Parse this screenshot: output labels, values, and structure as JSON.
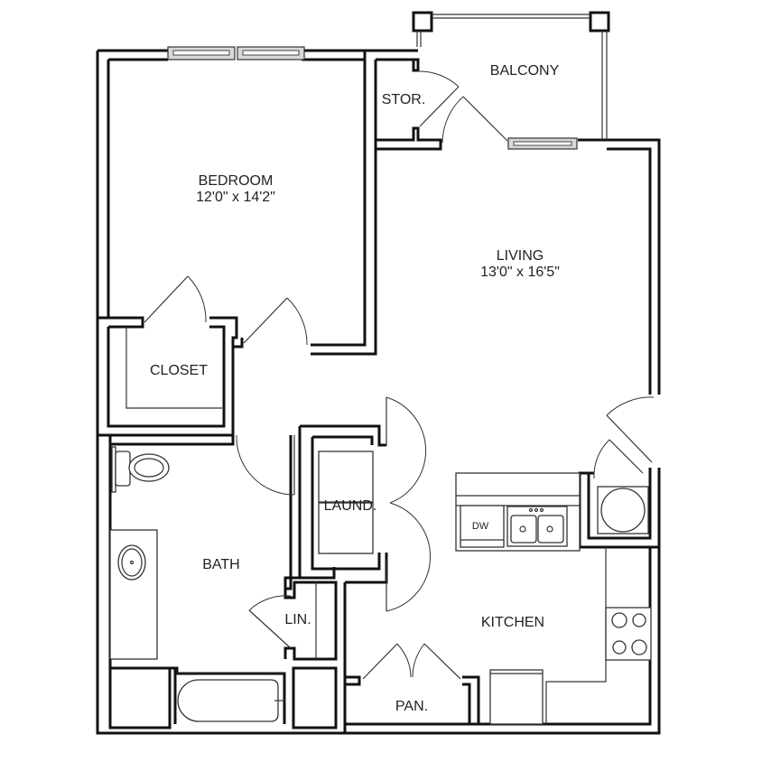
{
  "floor_plan": {
    "rooms": {
      "bedroom": {
        "name": "BEDROOM",
        "dimensions": "12'0\" x 14'2\""
      },
      "living": {
        "name": "LIVING",
        "dimensions": "13'0\" x 16'5\""
      },
      "balcony": {
        "name": "BALCONY"
      },
      "storage": {
        "name": "STOR."
      },
      "closet": {
        "name": "CLOSET"
      },
      "bath": {
        "name": "BATH"
      },
      "laundry": {
        "name": "LAUND."
      },
      "linen": {
        "name": "LIN."
      },
      "kitchen": {
        "name": "KITCHEN"
      },
      "pantry": {
        "name": "PAN."
      }
    },
    "appliances": {
      "dishwasher": {
        "label": "DW"
      }
    },
    "colors": {
      "wall": "#111111",
      "background": "#ffffff",
      "window_fill": "#d8d8d8",
      "text": "#222222"
    }
  }
}
